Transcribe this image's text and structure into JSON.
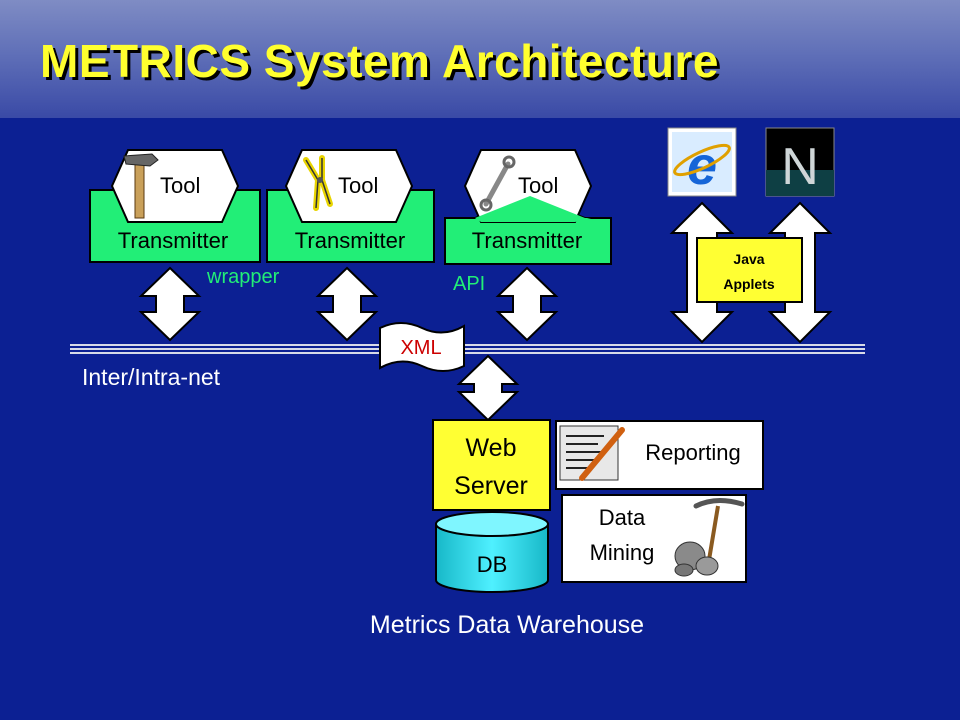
{
  "slide": {
    "title": "METRICS System Architecture"
  },
  "tools": [
    {
      "label": "Tool",
      "transmitter": "Transmitter",
      "icon": "hammer-icon"
    },
    {
      "label": "Tool",
      "transmitter": "Transmitter",
      "icon": "pliers-icon"
    },
    {
      "label": "Tool",
      "transmitter": "Transmitter",
      "icon": "wrench-icon"
    }
  ],
  "labels": {
    "wrapper": "wrapper",
    "api": "API",
    "xml": "XML",
    "network": "Inter/Intra-net",
    "java_applets_line1": "Java",
    "java_applets_line2": "Applets",
    "web_server_line1": "Web",
    "web_server_line2": "Server",
    "reporting": "Reporting",
    "data_mining_line1": "Data",
    "data_mining_line2": "Mining",
    "db": "DB",
    "warehouse": "Metrics Data Warehouse"
  },
  "browsers": [
    {
      "name": "internet-explorer-icon",
      "glyph": "e"
    },
    {
      "name": "netscape-icon",
      "glyph": "N"
    }
  ],
  "colors": {
    "background": "#0c2093",
    "title": "#ffff2e",
    "transmitter": "#22ee77",
    "label_green": "#22ee77",
    "box_yellow": "#ffff33",
    "xml_text": "#cc0000"
  }
}
